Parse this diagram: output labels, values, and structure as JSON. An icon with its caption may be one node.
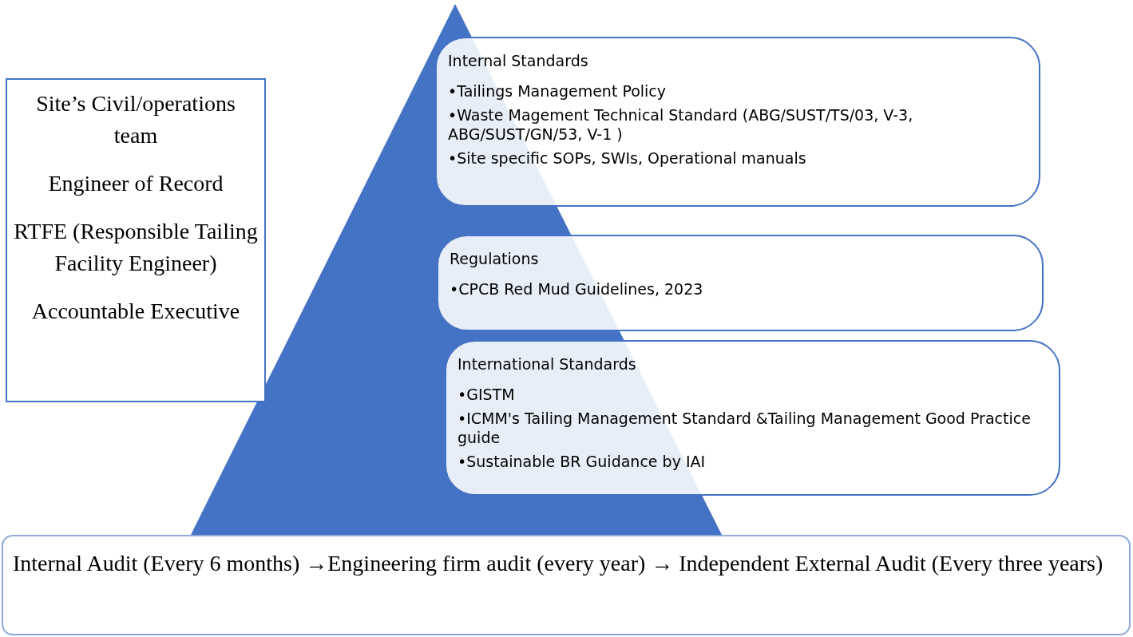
{
  "diagram": {
    "nodes": [
      {
        "text": [
          "Site’s Civil/operations team",
          "Engineer of Record",
          "RTFE (Responsible Tailing Facility Engineer)",
          "Accountable Executive"
        ]
      },
      {
        "text": [
          "Internal Standards",
          "•Tailings Management Policy",
          "•Waste Magement Technical Standard (ABG/SUST/TS/03, V-3, ABG/SUST/GN/53, V-1 )",
          "•Site specific SOPs, SWIs, Operational manuals"
        ]
      },
      {
        "text": [
          "Regulations",
          "•CPCB Red Mud Guidelines, 2023"
        ]
      },
      {
        "text": [
          "International Standards",
          "•GISTM",
          "•ICMM's Tailing Management Standard &Tailing Management Good Practice guide",
          "•Sustainable BR Guidance by IAI"
        ]
      },
      {
        "text": [
          "Internal Audit (Every 6 months) →Engineering firm audit (every year) →  Independent External Audit (Every three years)"
        ]
      }
    ],
    "edges": []
  }
}
